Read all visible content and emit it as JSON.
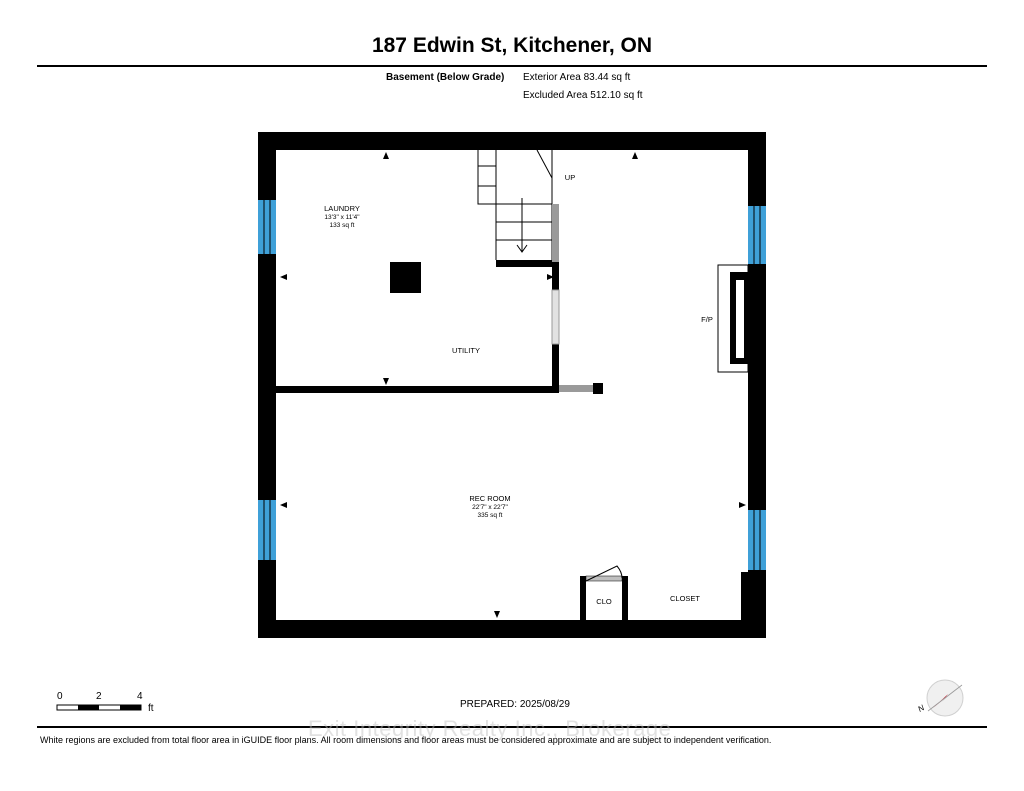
{
  "header": {
    "title": "187 Edwin St, Kitchener, ON",
    "floor_name": "Basement (Below Grade)",
    "exterior_area": "Exterior Area 83.44 sq ft",
    "excluded_area": "Excluded Area 512.10 sq ft"
  },
  "rooms": {
    "laundry": {
      "name": "LAUNDRY",
      "dims": "13'3\" x 11'4\"",
      "area": "133 sq ft"
    },
    "utility": {
      "name": "UTILITY"
    },
    "rec_room": {
      "name": "REC ROOM",
      "dims": "22'7\" x 22'7\"",
      "area": "335 sq ft"
    },
    "clo": {
      "name": "CLO"
    },
    "closet": {
      "name": "CLOSET"
    },
    "stairs": {
      "name": "UP"
    },
    "fireplace": {
      "name": "F/P"
    }
  },
  "scale": {
    "ticks": [
      "0",
      "2",
      "4"
    ],
    "unit": "ft"
  },
  "footer": {
    "prepared": "PREPARED: 2025/08/29",
    "watermark": "Exit Integrity Realty Inc., Brokerage",
    "disclaimer": "White regions are excluded from total floor area in iGUIDE floor plans. All room dimensions and floor areas must be considered approximate and are subject to independent verification."
  },
  "colors": {
    "wall": "#000000",
    "window": "#3fa0d8",
    "door_panel": "#bfbfbf",
    "compass": "#cc1f2e"
  }
}
